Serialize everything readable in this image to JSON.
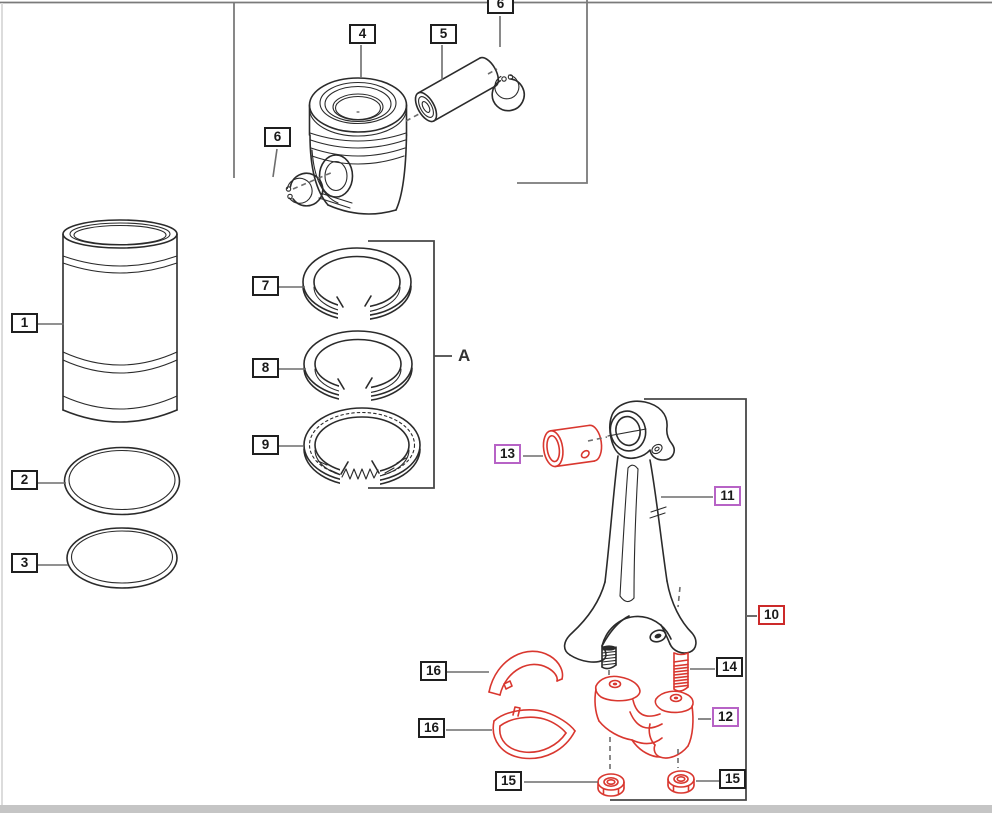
{
  "diagram": {
    "callouts": {
      "n1": "1",
      "n2": "2",
      "n3": "3",
      "n4": "4",
      "n5": "5",
      "n6_top": "6",
      "n6_left": "6",
      "n7": "7",
      "n8": "8",
      "n9": "9",
      "n10": "10",
      "n11": "11",
      "n12": "12",
      "n13": "13",
      "n14": "14",
      "n15_left": "15",
      "n15_right": "15",
      "n16_upper": "16",
      "n16_lower": "16"
    },
    "group_label_a": "A"
  },
  "colors": {
    "background": "#ffffff",
    "part_outline": "#2b2b2b",
    "highlight_red": "#d9372f",
    "callout_black": "#1f1f1f",
    "callout_purple": "#b763c6",
    "callout_red": "#cc2a2a",
    "leader_gray": "#6d6d6d",
    "frame_gray": "#7a7a7a",
    "bottom_bar": "#c5c5c5"
  }
}
